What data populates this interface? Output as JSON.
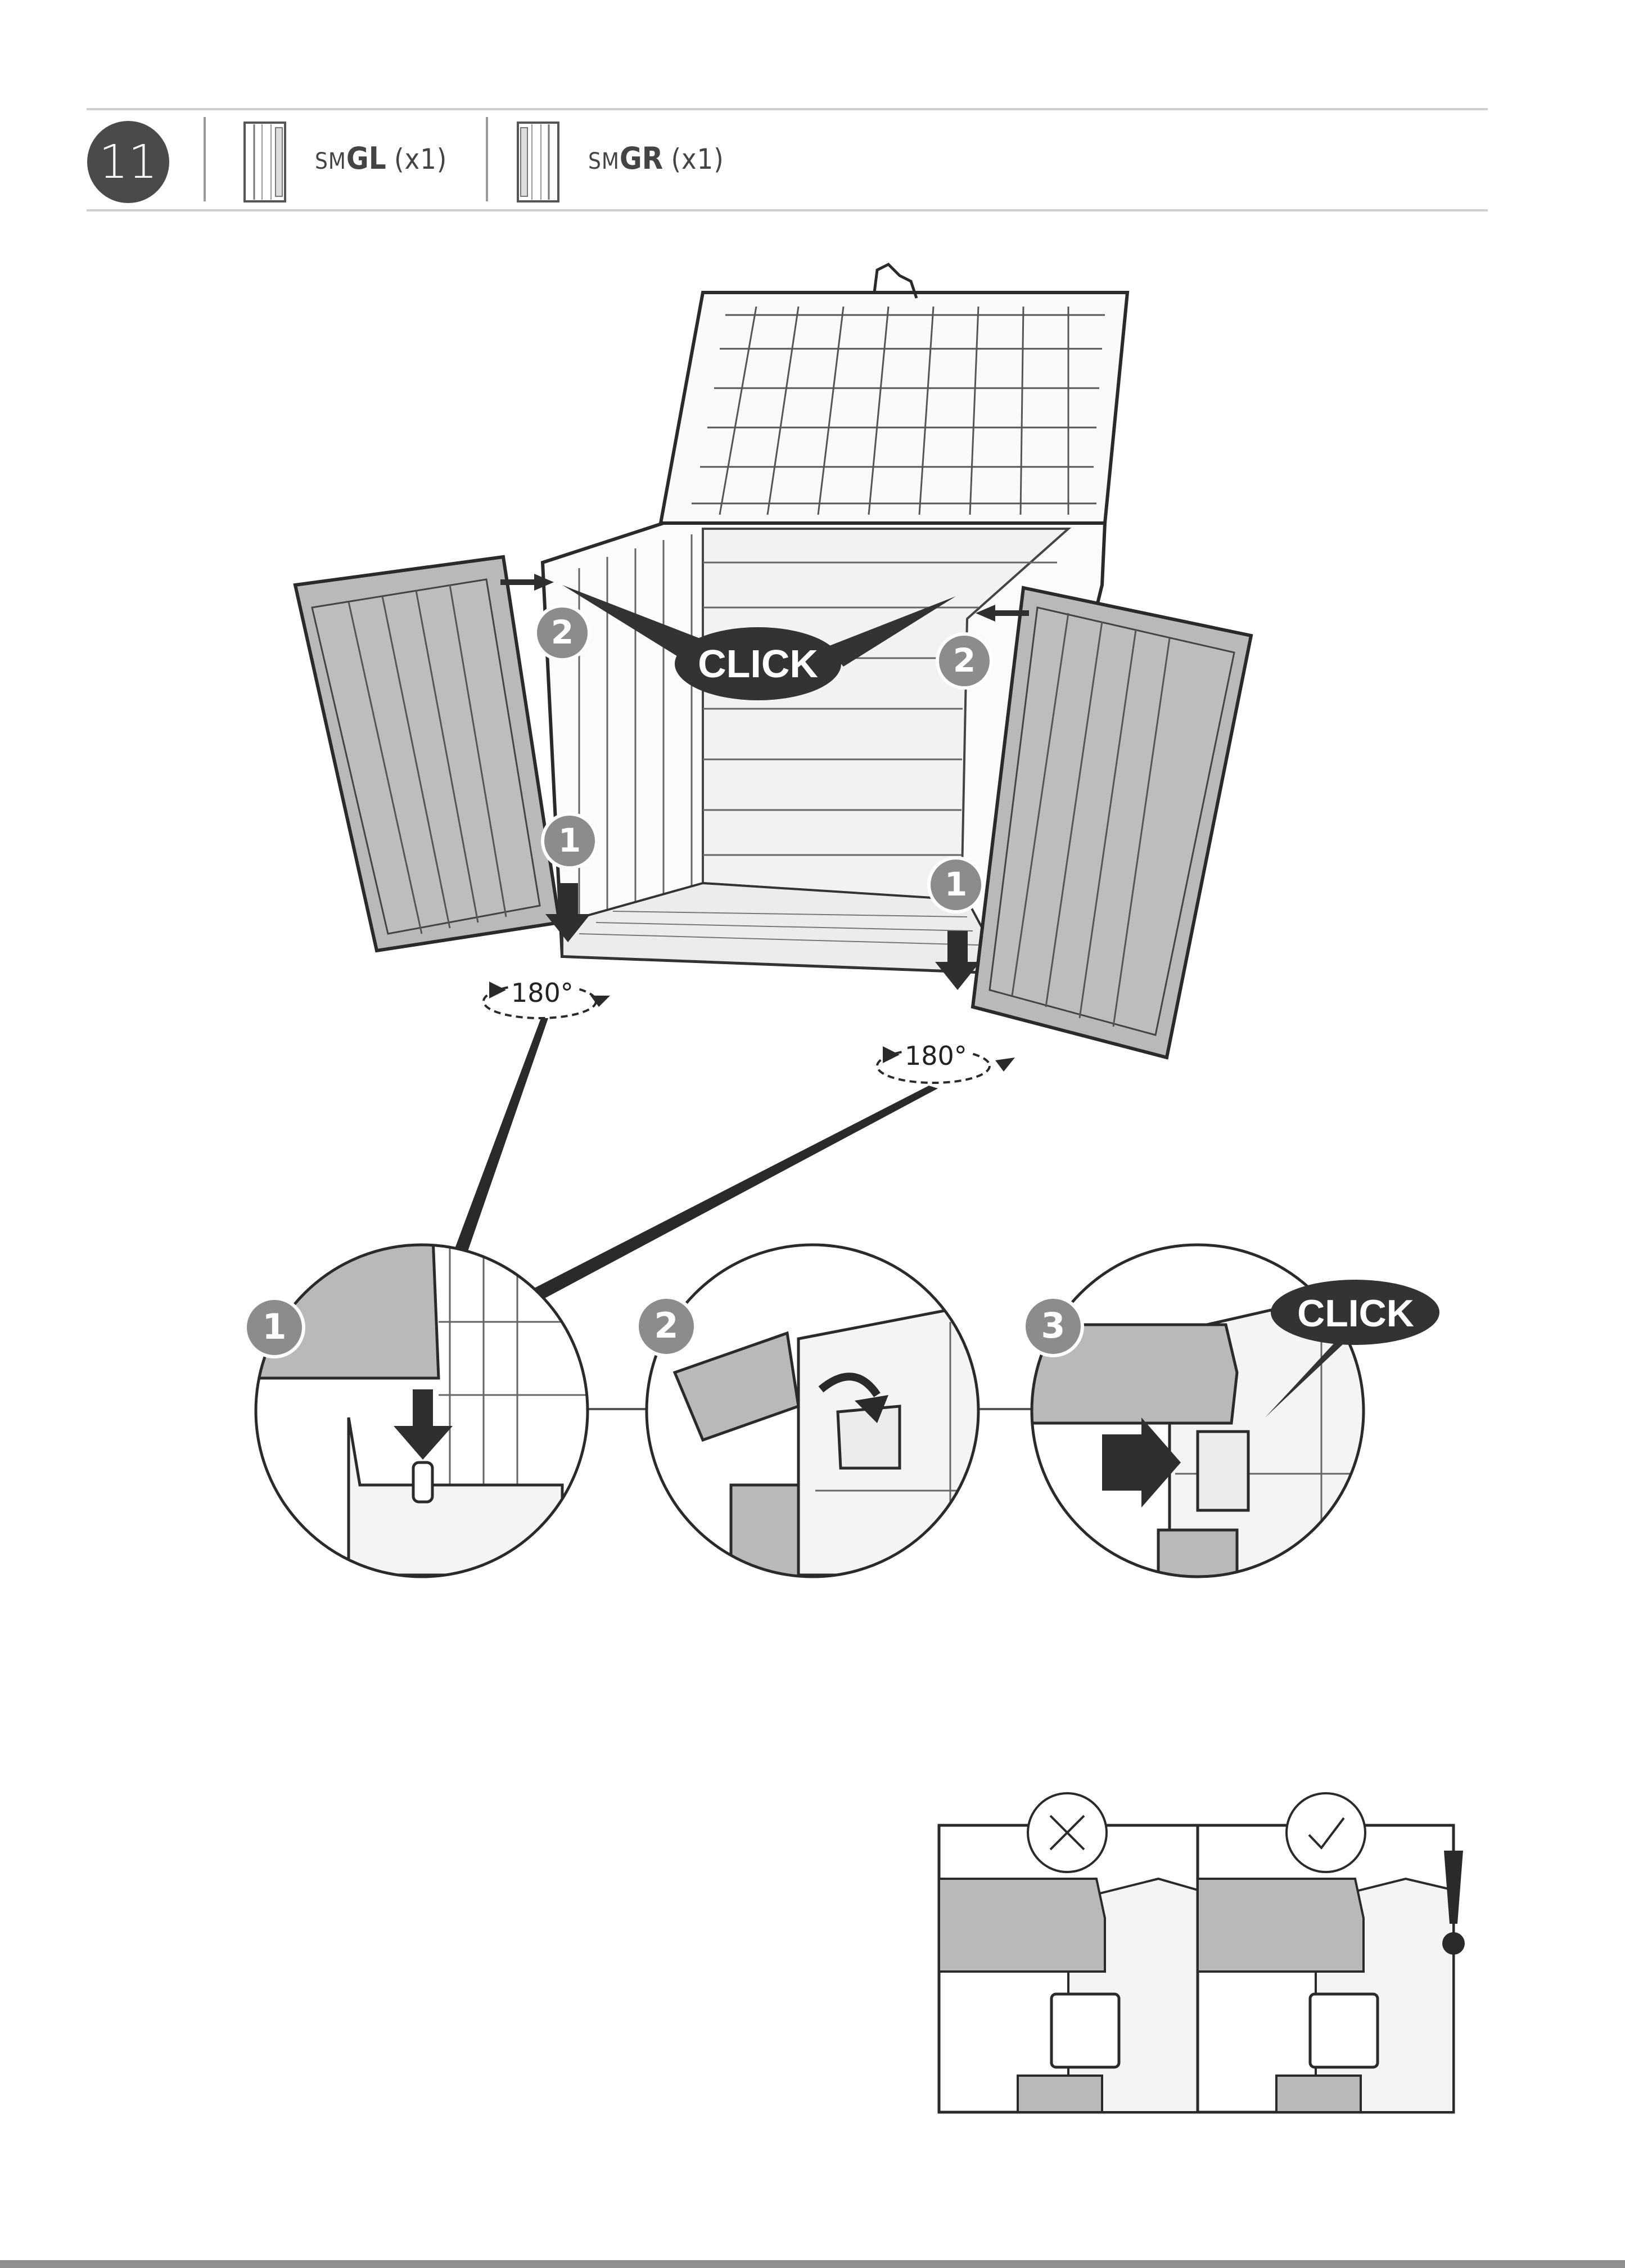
{
  "step": {
    "number": "11"
  },
  "parts": [
    {
      "prefix": "SM",
      "code": "GL",
      "qty": "(x1)"
    },
    {
      "prefix": "SM",
      "code": "GR",
      "qty": "(x1)"
    }
  ],
  "callouts": {
    "click_main": "CLICK",
    "click_detail": "CLICK",
    "angle_left": "180°",
    "angle_right": "180°",
    "markers": [
      "1",
      "2",
      "1",
      "2"
    ],
    "detail_steps": [
      "1",
      "2",
      "3"
    ]
  },
  "colors": {
    "panel_gray": "#b9b9b9",
    "dark": "#3a3a3a",
    "badge": "#4a4a4a",
    "marker": "#8c8c8c",
    "line": "#2a2a2a"
  },
  "icons": [
    "x-mark-icon",
    "check-mark-icon",
    "warning-exclamation-icon",
    "down-arrow-icon",
    "right-arrow-icon",
    "rotate-arrow-icon"
  ]
}
